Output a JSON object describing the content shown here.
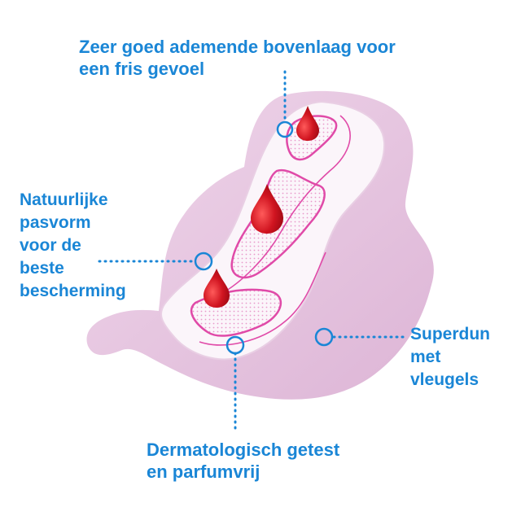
{
  "callouts": {
    "top": "Zeer goed ademende bovenlaag voor\neen fris gevoel",
    "left": "Natuurlijke\npasvorm\nvoor de\nbeste\nbescherming",
    "right": "Superdun\nmet\nvleugels",
    "bottom": "Dermatologisch getest\nen parfumvrij"
  },
  "colors": {
    "callout_blue": "#1a86d6",
    "wing_pink": "#e6c6e1",
    "pad_white": "#fbf5fa",
    "channel_pink": "#e04aa8",
    "drop_red": "#c8101c"
  },
  "icons": [
    "blood-drop-icon",
    "callout-marker-icon"
  ]
}
